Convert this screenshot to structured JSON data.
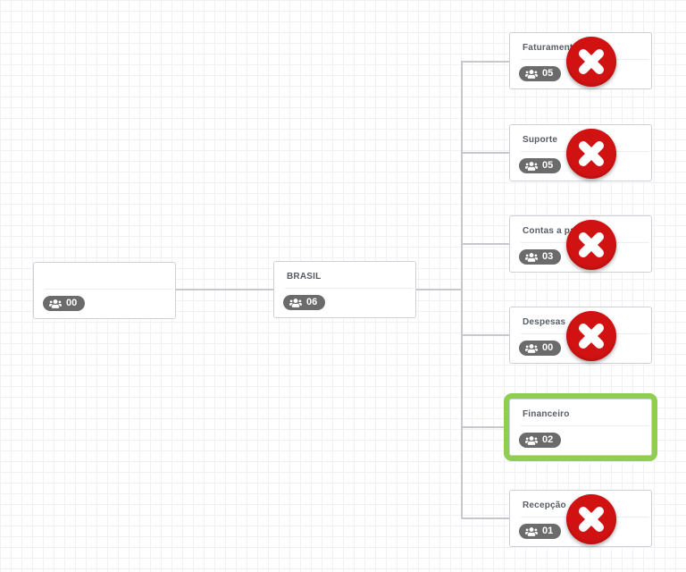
{
  "canvas": {
    "type": "organization-chart",
    "grid_color": "#f1f1f5",
    "background": "#ffffff"
  },
  "colors": {
    "delete_red": "#d01212",
    "selected_green": "#8fce4e",
    "badge_gray": "#6b6b6b",
    "connector_gray": "#c6c8cd",
    "card_border": "#cfd0d4",
    "title_text": "#575c66"
  },
  "icons": {
    "members": "users-icon",
    "delete": "x-circle-icon"
  },
  "nodes": [
    {
      "title": "",
      "member_count": "00",
      "deletable": false,
      "selected": false
    },
    {
      "title": "BRASIL",
      "member_count": "06",
      "deletable": false,
      "selected": false
    },
    {
      "title": "Faturamento",
      "member_count": "05",
      "deletable": true,
      "selected": false
    },
    {
      "title": "Suporte",
      "member_count": "05",
      "deletable": true,
      "selected": false
    },
    {
      "title": "Contas a pagar",
      "member_count": "03",
      "deletable": true,
      "selected": false
    },
    {
      "title": "Despesas",
      "member_count": "00",
      "deletable": true,
      "selected": false
    },
    {
      "title": "Financeiro",
      "member_count": "02",
      "deletable": false,
      "selected": true
    },
    {
      "title": "Recepção",
      "member_count": "01",
      "deletable": true,
      "selected": false
    }
  ]
}
